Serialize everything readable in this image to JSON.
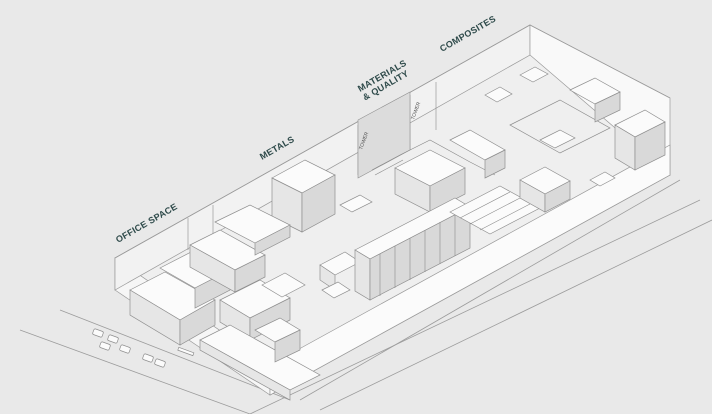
{
  "zones": [
    {
      "id": "office",
      "label": "OFFICE SPACE"
    },
    {
      "id": "metals",
      "label": "METALS"
    },
    {
      "id": "materials",
      "label": "MATERIALS\n& QUALITY"
    },
    {
      "id": "composites",
      "label": "COMPOSITES"
    }
  ],
  "colors": {
    "background": "#e9e9e9",
    "label": "#2e4a4a",
    "line": "#9a9a9a"
  }
}
